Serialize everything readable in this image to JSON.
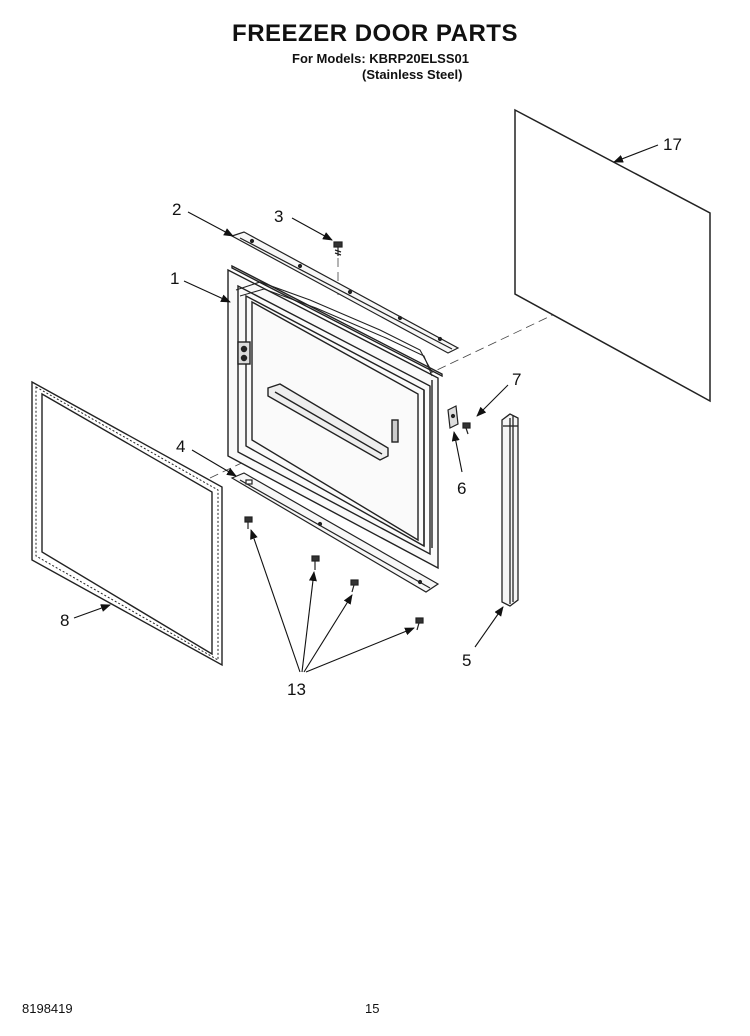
{
  "header": {
    "title": "FREEZER DOOR PARTS",
    "models_line": "For Models: KBRP20ELSS01",
    "finish_line": "(Stainless Steel)"
  },
  "callouts": {
    "part_17": "17",
    "part_2": "2",
    "part_3": "3",
    "part_1": "1",
    "part_7": "7",
    "part_4": "4",
    "part_6": "6",
    "part_8": "8",
    "part_5": "5",
    "part_13": "13"
  },
  "footer": {
    "doc_number": "8198419",
    "page_number": "15"
  }
}
